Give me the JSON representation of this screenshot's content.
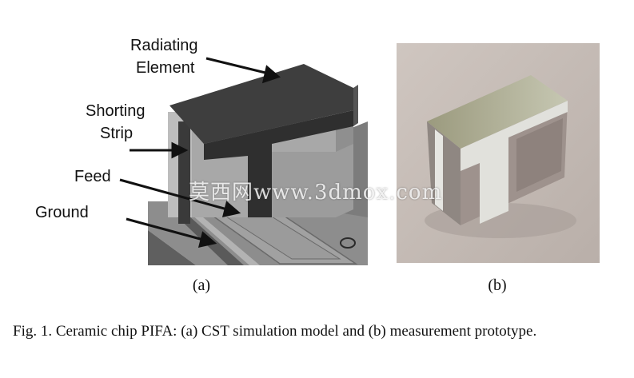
{
  "figure": {
    "panel_a": {
      "labels": {
        "radiating_line1": "Radiating",
        "radiating_line2": "Element",
        "shorting_line1": "Shorting",
        "shorting_line2": "Strip",
        "feed": "Feed",
        "ground": "Ground"
      },
      "sublabel": "(a)"
    },
    "panel_b": {
      "sublabel": "(b)"
    },
    "watermark": "莫西网www.3dmox.com",
    "caption": "Fig. 1.  Ceramic chip PIFA: (a) CST simulation model and (b) measurement prototype."
  }
}
